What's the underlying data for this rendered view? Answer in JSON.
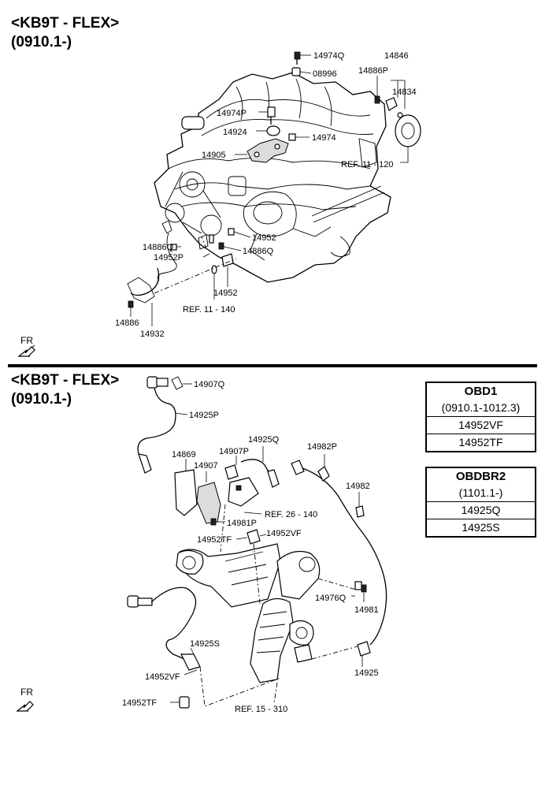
{
  "sections": [
    {
      "model": "<KB9T - FLEX>",
      "range": "(0910.1-)"
    },
    {
      "model": "<KB9T - FLEX>",
      "range": "(0910.1-)"
    }
  ],
  "direction_label": "FR",
  "top_labels": {
    "p14974Q": "14974Q",
    "p08996": "08996",
    "p14846": "14846",
    "p14886P": "14886P",
    "p14834": "14834",
    "p14974P": "14974P",
    "p14924": "14924",
    "p14974": "14974",
    "p14905": "14905",
    "ref11_120": "REF. 11 - 120",
    "p14886Q_a": "14886Q",
    "p14952P": "14952P",
    "p14952_a": "14952",
    "p14886Q_b": "14886Q",
    "p14952_b": "14952",
    "ref11_140": "REF. 11 - 140",
    "p14886": "14886",
    "p14932": "14932"
  },
  "bottom_labels": {
    "p14907Q": "14907Q",
    "p14925P": "14925P",
    "p14925Q": "14925Q",
    "p14982P": "14982P",
    "p14869": "14869",
    "p14907P": "14907P",
    "p14907": "14907",
    "p14982": "14982",
    "ref26_140": "REF. 26 - 140",
    "p14981P": "14981P",
    "p14952TF_a": "14952TF",
    "p14952VF_a": "14952VF",
    "p14976Q": "14976Q",
    "p14981": "14981",
    "p14925S": "14925S",
    "p14952VF_b": "14952VF",
    "p14925": "14925",
    "p14952TF_b": "14952TF",
    "ref15_310": "REF. 15 - 310"
  },
  "tables": [
    {
      "title": "OBD1",
      "range": "(0910.1-1012.3)",
      "parts": [
        "14952VF",
        "14952TF"
      ]
    },
    {
      "title": "OBDBR2",
      "range": "(1101.1-)",
      "parts": [
        "14925Q",
        "14925S"
      ]
    }
  ]
}
